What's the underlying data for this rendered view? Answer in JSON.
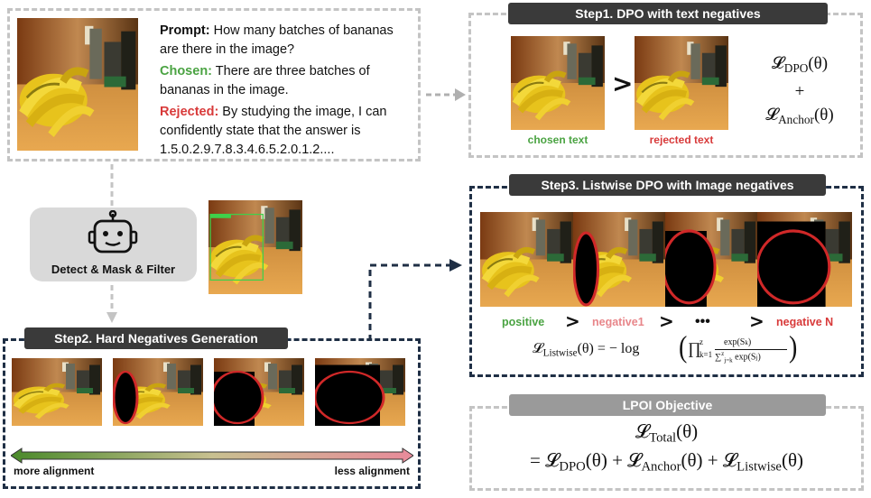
{
  "example": {
    "prompt_label": "Prompt:",
    "prompt_text": " How many batches of bananas are there in the image?",
    "chosen_label": "Chosen:",
    "chosen_text": " There are three batches of bananas in the image.",
    "rejected_label": "Rejected:",
    "rejected_text": " By studying the image, I can confidently state that the answer is 1.5.0.2.9.7.8.3.4.6.5.2.0.1.2...."
  },
  "step1": {
    "title": "Step1. DPO with text negatives",
    "chosen_caption": "chosen text",
    "rejected_caption": "rejected text",
    "loss_dpo": "DPO",
    "loss_anchor": "Anchor",
    "theta": "(θ)",
    "plus": "+"
  },
  "detect": {
    "label": "Detect & Mask & Filter",
    "icon": "robot-icon"
  },
  "step2": {
    "title": "Step2. Hard Negatives Generation",
    "left_label": "more alignment",
    "right_label": "less alignment"
  },
  "step3": {
    "title": "Step3. Listwise DPO with Image negatives",
    "positive": "positive",
    "negative1": "negative1",
    "ellipsis": "•••",
    "negativeN": "negative N",
    "formula_lhs": "Listwise",
    "formula_text": "(θ) = − log",
    "formula_prod": "∏",
    "formula_limits_top": "z",
    "formula_limits_bottom": "k=1",
    "formula_num": "exp(S",
    "formula_num_k": "k",
    "formula_den": "exp(S",
    "formula_den_j": "j",
    "formula_sum": "∑",
    "formula_sum_top": "z",
    "formula_sum_bottom": "j=k"
  },
  "lpoi": {
    "title": "LPOI Objective",
    "total_sub": "Total",
    "theta": "(θ)",
    "eq": "=",
    "dpo_sub": "DPO",
    "anchor_sub": "Anchor",
    "listwise_sub": "Listwise",
    "plus": "+"
  },
  "colors": {
    "navy": "#1f2f45",
    "gray_dash": "#c4c4c4",
    "pill": "#3a3a3a",
    "green": "#4aa342",
    "red": "#d83a3a",
    "pink": "#e8868a",
    "mask_ring": "#d02828"
  }
}
